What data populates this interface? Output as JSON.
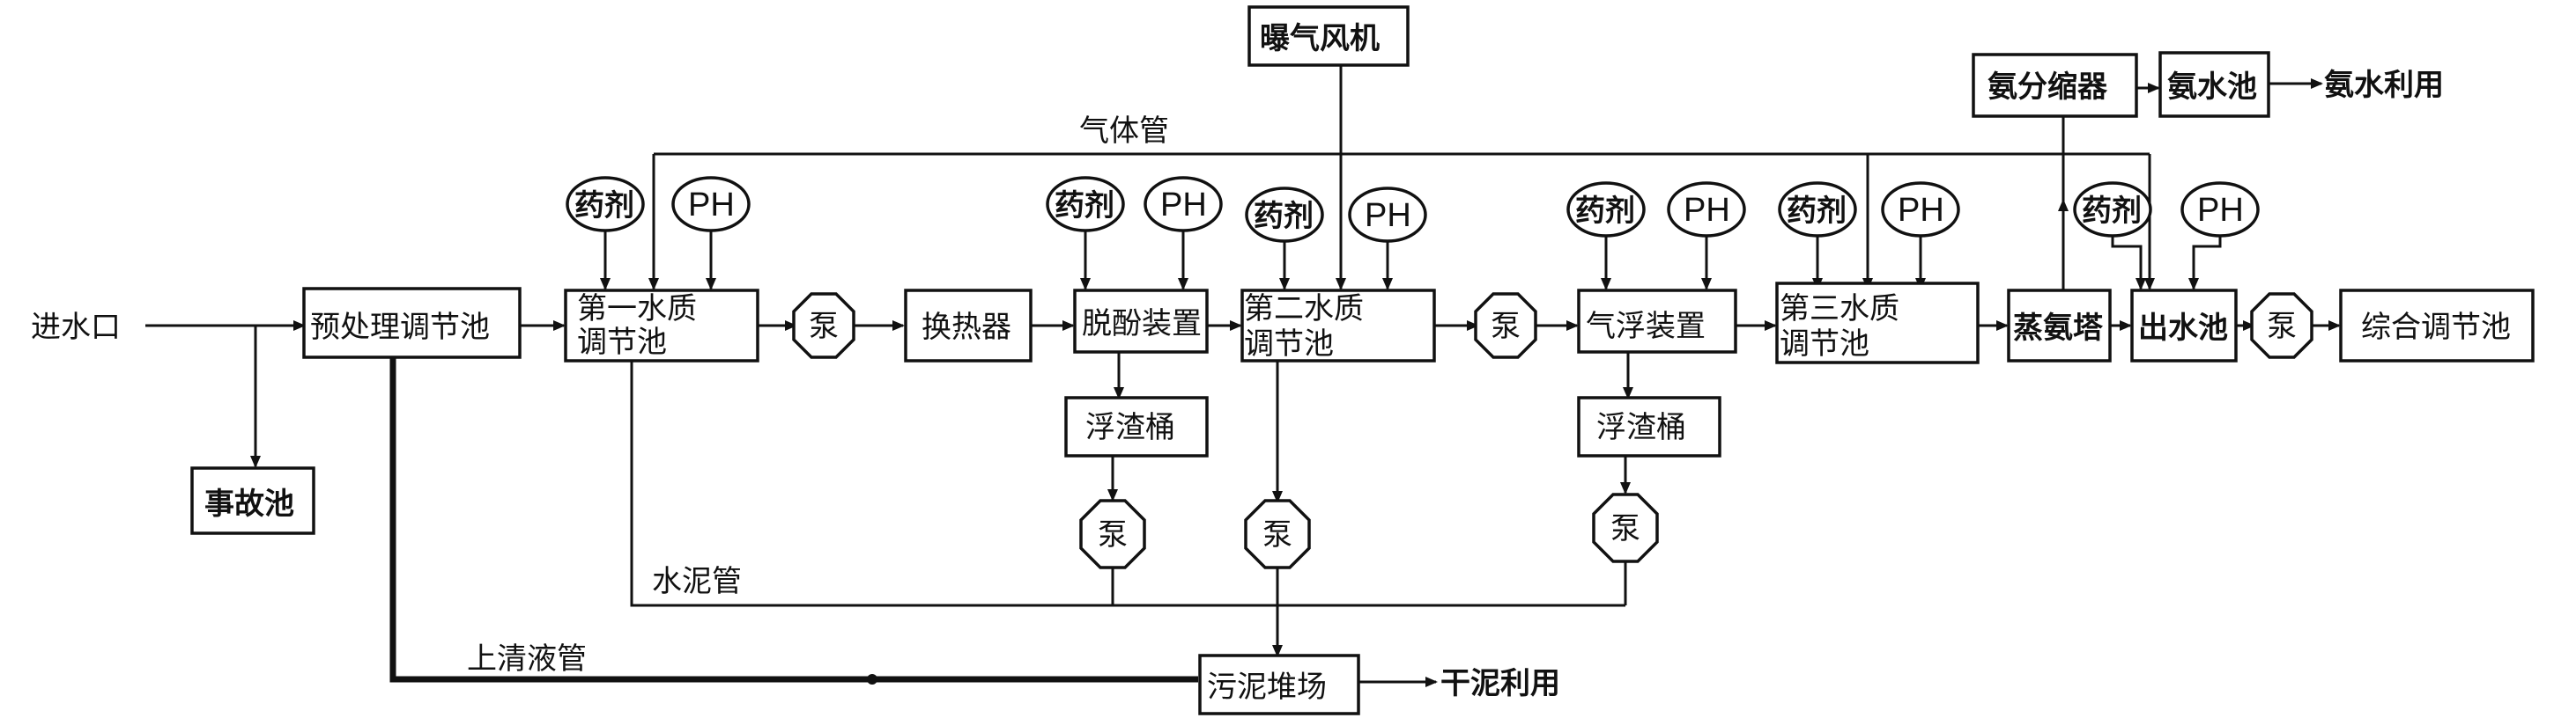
{
  "inlet": "进水口",
  "accident_pool": "事故池",
  "pretreatment": "预处理调节池",
  "wq1": [
    "第一水质",
    "调节池"
  ],
  "pump": "泵",
  "heat_exchanger": "换热器",
  "dephenol": "脱酚装置",
  "wq2": [
    "第二水质",
    "调节池"
  ],
  "flotation": "气浮装置",
  "wq3": [
    "第三水质",
    "调节池"
  ],
  "ammonia_tower": "蒸氨塔",
  "outlet_pool": "出水池",
  "comprehensive": "综合调节池",
  "aeration_fan": "曝气风机",
  "ammonia_condenser": "氨分缩器",
  "ammonia_water_pool": "氨水池",
  "ammonia_use": "氨水利用",
  "scum_bucket": "浮渣桶",
  "sludge_yard": "污泥堆场",
  "dry_sludge": "干泥利用",
  "agent": "药剂",
  "ph": "PH",
  "gas_pipe": "气体管",
  "cement_pipe": "水泥管",
  "supernatant_pipe": "上清液管"
}
